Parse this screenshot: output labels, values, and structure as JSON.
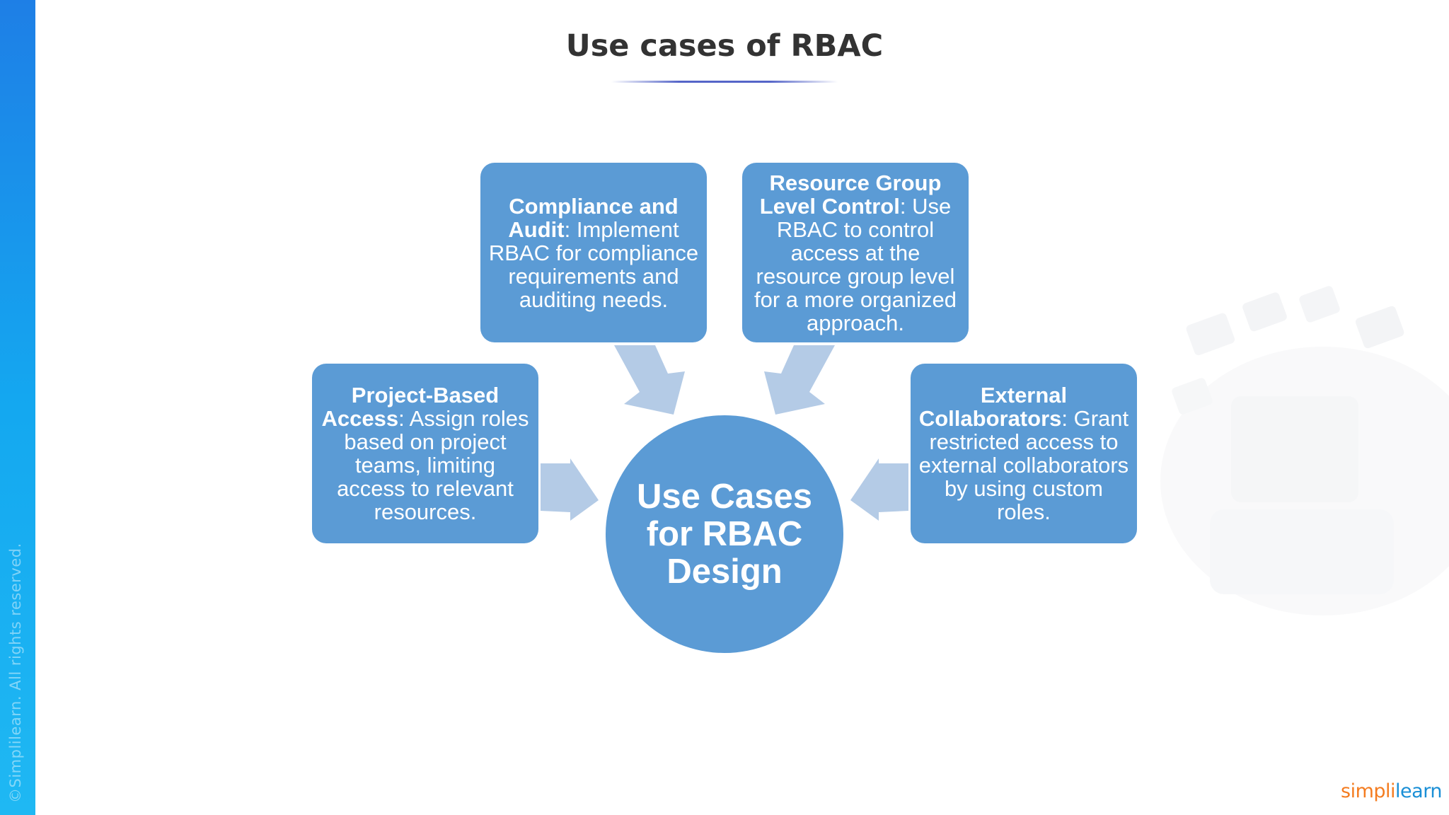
{
  "title": "Use cases of RBAC",
  "sidebar": {
    "copyright": "©Simplilearn. All rights reserved."
  },
  "logo": {
    "part1": "simpl",
    "part2": "i",
    "part3": "learn"
  },
  "center": {
    "label": "Use Cases for RBAC Design"
  },
  "boxes": {
    "compliance": {
      "heading": "Compliance and Audit",
      "body": ": Implement RBAC for compliance requirements and auditing needs."
    },
    "resource_group": {
      "heading": "Resource Group Level Control",
      "body": ": Use RBAC to control access at the resource group level for a more organized approach."
    },
    "project_based": {
      "heading": "Project-Based Access",
      "body": ": Assign roles based on project teams, limiting access to relevant resources."
    },
    "external": {
      "heading": "External Collaborators",
      "body": ": Grant restricted access to external collaborators by using custom roles."
    }
  },
  "colors": {
    "box": "#5b9bd5",
    "arrow": "#b4cbe6",
    "sidebar": "#1e90ec"
  }
}
